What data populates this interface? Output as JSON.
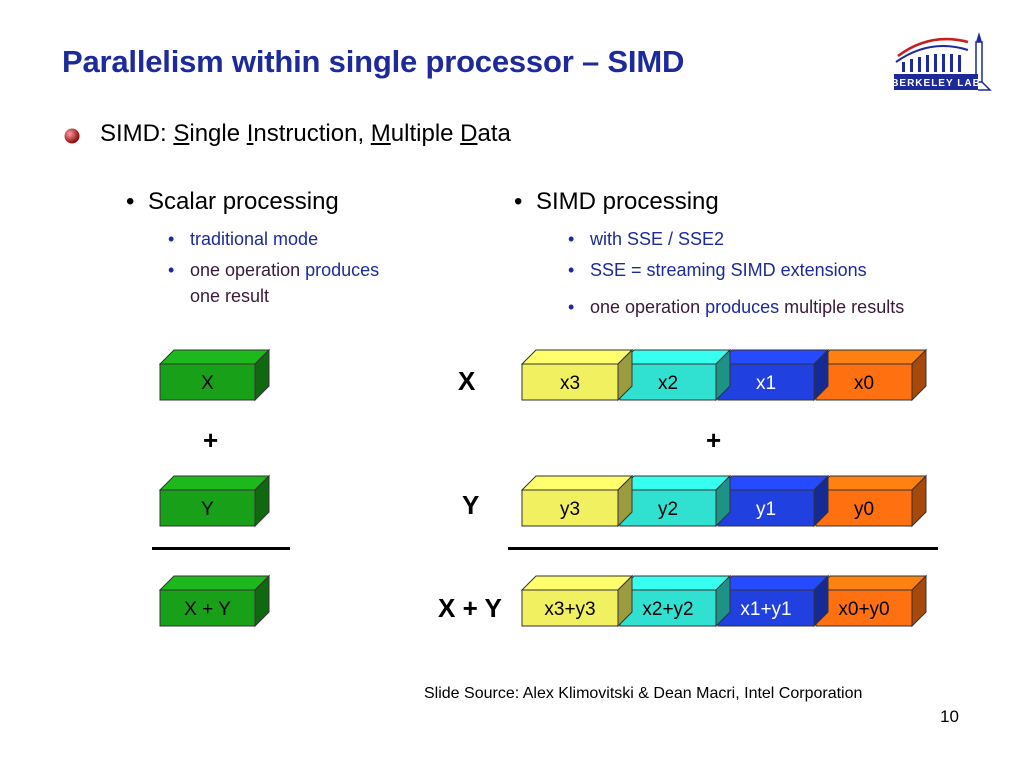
{
  "slide": {
    "title": "Parallelism within single processor – SIMD",
    "page_number": "10",
    "source": "Slide Source: Alex Klimovitski & Dean Macri,  Intel Corporation",
    "logo_text": "BERKELEY LAB"
  },
  "main_bullet": {
    "prefix": "SIMD: ",
    "s": "S",
    "ingle": "ingle ",
    "i": "I",
    "nstruction": "nstruction, ",
    "m": "M",
    "ultiple": "ultiple ",
    "d": "D",
    "ata": "ata"
  },
  "scalar": {
    "heading": "Scalar processing",
    "bullets": [
      {
        "a": "traditional mode",
        "b": "",
        "c": ""
      },
      {
        "a": "one operation ",
        "b": "produces",
        "c": "one result"
      }
    ],
    "boxes": {
      "x": "X",
      "y": "Y",
      "sum": "X + Y"
    },
    "plus": "+"
  },
  "simd": {
    "heading": "SIMD processing",
    "bullets": [
      {
        "a": "with SSE / SSE2",
        "b": "",
        "c": ""
      },
      {
        "a": "SSE = streaming SIMD extensions",
        "b": "",
        "c": ""
      },
      {
        "a": "one operation ",
        "b": "produces",
        "c": " multiple results"
      }
    ],
    "row_labels": {
      "x": "X",
      "y": "Y",
      "sum": "X + Y"
    },
    "plus": "+",
    "x_cells": [
      "x3",
      "x2",
      "x1",
      "x0"
    ],
    "y_cells": [
      "y3",
      "y2",
      "y1",
      "y0"
    ],
    "sum_cells": [
      "x3+y3",
      "x2+y2",
      "x1+y1",
      "x0+y0"
    ]
  },
  "colors": {
    "title": "#1c2a9c",
    "scalar_box": "#18a018",
    "lane_colors": [
      "#f0f060",
      "#30e0d0",
      "#2040e0",
      "#ff7010"
    ]
  }
}
